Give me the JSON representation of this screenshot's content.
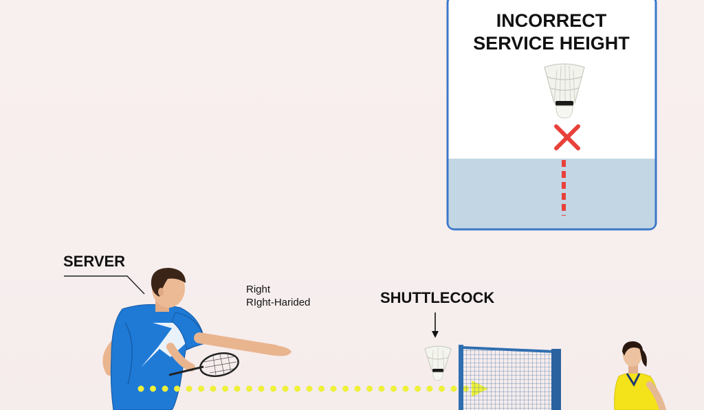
{
  "inset": {
    "title_line1": "INCORRECT",
    "title_line2": "SERVICE HEIGHT",
    "colors": {
      "border": "#3a78c8",
      "court": "#c3d6e4",
      "mark": "#e8413a"
    },
    "icons": [
      "shuttlecock-icon",
      "cross-mark-icon"
    ]
  },
  "labels": {
    "server": "SERVER",
    "handedness_line1": "Right",
    "handedness_line2": "RIght-Harided",
    "shuttlecock": "SHUTTLECOCK"
  },
  "colors": {
    "server_shirt": "#1f7ad6",
    "receiver_shirt": "#f4e21a",
    "trajectory": "#eef03a",
    "net_post": "#2f6fb0"
  }
}
